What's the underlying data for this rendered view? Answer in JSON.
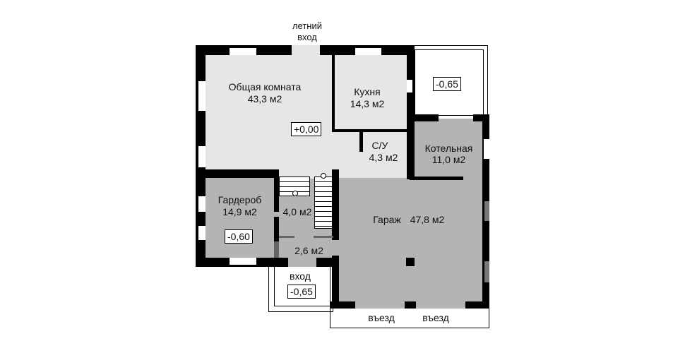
{
  "labels": {
    "summer_entrance": "летний\nвход",
    "entrance": "вход",
    "driveway_1": "въезд",
    "driveway_2": "въезд"
  },
  "rooms": [
    {
      "name": "Общая комната",
      "area": "43,3 м2"
    },
    {
      "name": "Кухня",
      "area": "14,3 м2"
    },
    {
      "name": "С/У",
      "area": "4,3 м2"
    },
    {
      "name": "Котельная",
      "area": "11,0 м2"
    },
    {
      "name": "Гардероб",
      "area": "14,9 м2"
    },
    {
      "name": "",
      "area": "4,0 м2"
    },
    {
      "name": "",
      "area": "2,6 м2"
    },
    {
      "name": "Гараж",
      "area": "47,8 м2"
    }
  ],
  "levels": {
    "main": "+0,00",
    "terrace": "-0,65",
    "wardrobe": "-0,60",
    "entrance": "-0,65"
  }
}
